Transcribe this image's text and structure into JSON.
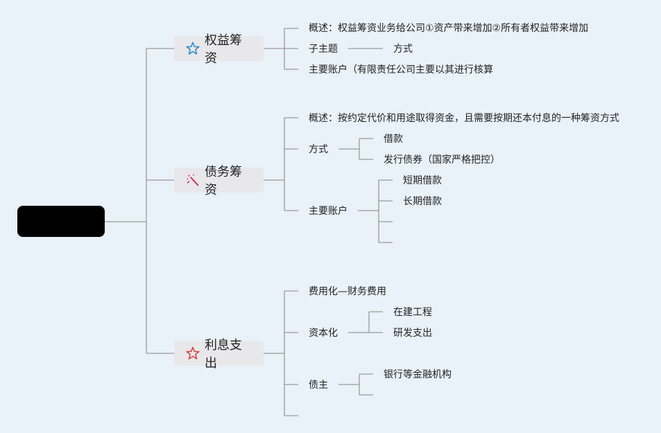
{
  "root": {
    "label": ""
  },
  "branches": [
    {
      "topic": "权益筹资",
      "icon": "star-outline-icon",
      "icon_color": "#2f8fd6",
      "items": {
        "overview": "概述：权益筹资业务给公司①资产带来增加②所有者权益带来增加",
        "subtopic": "子主题",
        "subtopic_child": "方式",
        "accounts": "主要账户（有限责任公司主要以其进行核算"
      }
    },
    {
      "topic": "债务筹资",
      "icon": "magic-wand-icon",
      "icon_color": "#e0305a",
      "items": {
        "overview": "概述：按约定代价和用途取得资金，且需要按期还本付息的一种筹资方式",
        "method": "方式",
        "method_children": [
          "借款",
          "发行债券（国家严格把控）"
        ],
        "accounts": "主要账户",
        "accounts_children": [
          "短期借款",
          "长期借款"
        ]
      }
    },
    {
      "topic": "利息支出",
      "icon": "star-outline-icon",
      "icon_color": "#e04545",
      "items": {
        "expense": "费用化—财务费用",
        "capitalize": "资本化",
        "capitalize_children": [
          "在建工程",
          "研发支出"
        ],
        "creditor": "债主",
        "creditor_children": [
          "银行等金融机构"
        ]
      }
    }
  ],
  "colors": {
    "background": "#e9f1f9",
    "line": "#9a9a9a",
    "topic_bg": "#e8e8ea"
  }
}
